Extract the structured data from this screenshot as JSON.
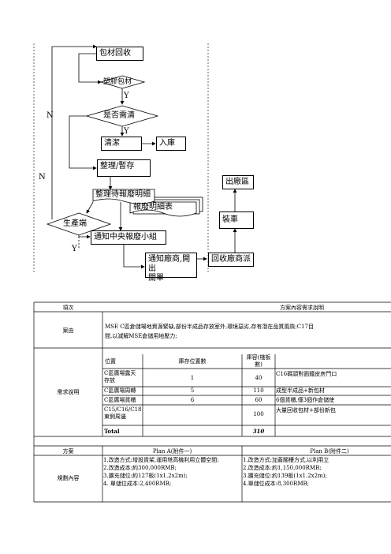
{
  "flowchart": {
    "nodes": {
      "packaging_recycle": "包材回收",
      "pallet_packaging": "塑膠包材",
      "is_clean": "是否需清",
      "clean": "清潔",
      "warehouse_in": "入庫",
      "sort_store": "整理/暫存",
      "scrap_detail_list": "整理待報廢明細",
      "scrap_detail_table": "報廢明細表",
      "production_unit": "生產端",
      "notify_scrap_team": "通知中央報廢小組",
      "notify_vendor": "通知廠商,開出\n關單",
      "vendor_recycle": "回收廠商派",
      "loading": "裝車",
      "exit_factory": "出廠區"
    },
    "labels": {
      "yes": "Y",
      "no": "N"
    }
  },
  "table": {
    "header": {
      "item": "項次",
      "content": "方案內容需求說明"
    },
    "reason": {
      "label": "案由",
      "text_line1": "MSE C區倉儲場地資源緊缺,部份半成品存放室外,環境惡劣,存有潛在品質風險;C17目",
      "text_line2": "間,以減解MSE倉儲用地壓力;"
    },
    "requirement": {
      "label": "需求說明",
      "columns": [
        "位置",
        "庫存位置數",
        "庫容(棧板\n數)",
        ""
      ],
      "rows": [
        {
          "location": "C區廣場露天\n存放",
          "positions": "1",
          "capacity": "40",
          "note": "C16碼頭對面鐵皮房門口"
        },
        {
          "location": "C區廣場周轉",
          "positions": "5",
          "capacity": "110",
          "note": "成型半成品+新包材"
        },
        {
          "location": "C區廣場貨櫃",
          "positions": "6",
          "capacity": "60",
          "note": "6個貨櫃,僅3個作倉儲使"
        },
        {
          "location": "C15/C16/C18\n東側周邊",
          "positions": "",
          "capacity": "100",
          "note": "大量回收包材+部份新包"
        }
      ],
      "total_label": "Total",
      "total_value": "310"
    },
    "plans": {
      "header_label": "方案",
      "plan_a": "Plan A(附件一)",
      "plan_b": "Plan B(附件二)",
      "row_label": "規劃內容",
      "plan_a_lines": [
        "1.改造方式:增設貨架,運用塔高機利用立體空間;",
        "2.改造成本:約300,000RMB;",
        "3.擴充儲位:約127板(1x1.2x2m);",
        "4. 單儲位成本:2,400RMB;"
      ],
      "plan_b_lines": [
        "1.改造方式:加蓋閣樓方式,以利用立",
        "2.改造成本:約1,150,000RMB;",
        "3.擴充儲位:約139板(1x1.2x2m);",
        "4.單儲位成本:8,300RMB;"
      ]
    }
  }
}
